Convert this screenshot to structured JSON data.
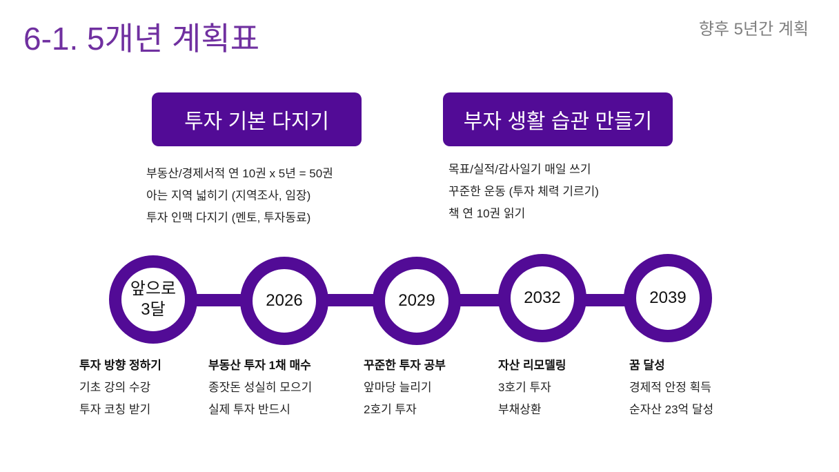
{
  "header": {
    "title": "6-1. 5개년 계획표",
    "subtitle": "향후 5년간 계획"
  },
  "sections": [
    {
      "label": "투자 기본 다지기",
      "items": [
        "부동산/경제서적 연 10권 x 5년 = 50권",
        "아는 지역 넓히기 (지역조사, 임장)",
        "투자 인맥 다지기 (멘토, 투자동료)"
      ]
    },
    {
      "label": "부자 생활 습관 만들기",
      "items": [
        "목표/실적/감사일기 매일 쓰기",
        "꾸준한 운동 (투자 체력 기르기)",
        "책 연 10권 읽기"
      ]
    }
  ],
  "milestones": [
    {
      "label": "앞으로3달",
      "heading": "투자 방향 정하기",
      "items": [
        "기초 강의 수강",
        "투자 코칭 받기"
      ]
    },
    {
      "label": "2026",
      "heading": "부동산 투자 1채 매수",
      "items": [
        "종잣돈 성실히 모으기",
        "실제 투자 반드시"
      ]
    },
    {
      "label": "2029",
      "heading": "꾸준한 투자 공부",
      "items": [
        "앞마당 늘리기",
        "2호기 투자"
      ]
    },
    {
      "label": "2032",
      "heading": "자산 리모델링",
      "items": [
        "3호기 투자",
        "부채상환"
      ]
    },
    {
      "label": "2039",
      "heading": "꿈 달성",
      "items": [
        "경제적 안정 획득",
        "순자산 23억 달성"
      ]
    }
  ],
  "colors": {
    "accent": "#520b96",
    "title": "#7030a0"
  }
}
